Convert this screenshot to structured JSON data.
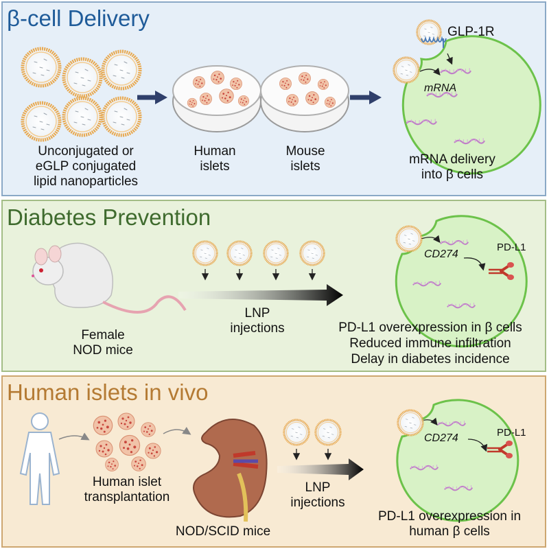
{
  "colors": {
    "panel1_title": "#1f5b99",
    "panel2_title": "#3f6b2e",
    "panel3_title": "#b47a33",
    "cell_fill": "#d8f2c6",
    "cell_stroke": "#6cc24a",
    "lnp_ring": "#e8a84e",
    "arrow": "#2f3f6b"
  },
  "icons": [
    "lipid-nanoparticle-icon",
    "petri-dish-icon",
    "beta-cell-icon",
    "glp1r-receptor-icon",
    "mrna-strand-icon",
    "mouse-icon",
    "pdl1-protein-icon",
    "human-silhouette-icon",
    "islet-cluster-icon",
    "kidney-icon"
  ],
  "panel1": {
    "title": "β-cell Delivery",
    "lnp_label": "Unconjugated or\neGLP conjugated\nlipid nanoparticles",
    "human_islets": "Human\nislets",
    "mouse_islets": "Mouse\nislets",
    "receptor": "GLP-1R",
    "mrna": "mRNA",
    "delivery": "mRNA delivery\ninto β cells"
  },
  "panel2": {
    "title": "Diabetes Prevention",
    "mice": "Female\nNOD mice",
    "injections": "LNP\ninjections",
    "gene": "CD274",
    "protein": "PD-L1",
    "outcomes": "PD-L1 overexpression in β cells\nReduced immune infiltration\nDelay in diabetes incidence"
  },
  "panel3": {
    "title": "Human islets in vivo",
    "transplant": "Human islet\ntransplantation",
    "mice": "NOD/SCID mice",
    "injections": "LNP\ninjections",
    "gene": "CD274",
    "protein": "PD-L1",
    "outcome": "PD-L1 overexpression in\nhuman β cells"
  }
}
